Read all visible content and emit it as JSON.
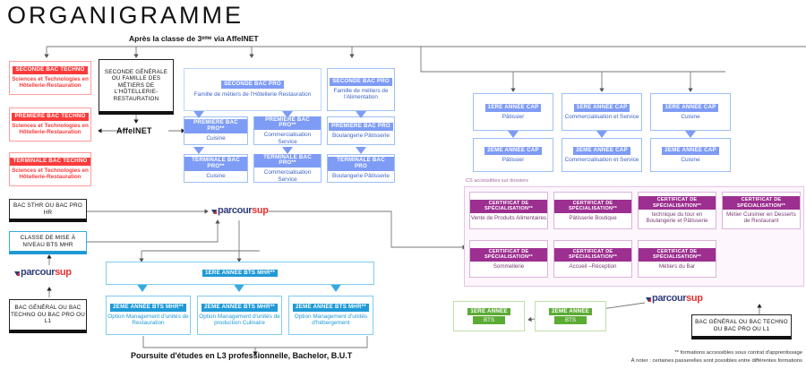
{
  "page": {
    "title": "ORGANIGRAMME",
    "header_label": "Après la classe de 3ᵉᵐᵉ via AffelNET",
    "affelnet_label": "AffelNET",
    "cs_note": "CS accessibles sur dossiers",
    "bottom_note": "Poursuite d'études en L3 professionnelle, Bachelor, B.U.T",
    "footnote_line1": "** formations accessibles sous contrat d'apprentissage",
    "footnote_line2": "À noter : certaines passerelles sont possibles entre différentes formations",
    "parcoursup_part1": "parcour",
    "parcoursup_part2": "sup"
  },
  "colors": {
    "red": "#fb3b3b",
    "red_border": "#ff9b9b",
    "blue": "#7e9cf5",
    "blue_text": "#3b63c8",
    "blue_border": "#9cc0f7",
    "cyan": "#1f9ad6",
    "purple": "#9c2f8f",
    "purple_border": "#d9b4d9",
    "green": "#5bab34",
    "green_border": "#bfe0a8",
    "black": "#111111",
    "parcoursup_navy": "#2f3d7c",
    "parcoursup_red": "#e8312f"
  },
  "techno_track": [
    {
      "title": "SECONDE BAC TECHNO",
      "sub": "Sciences et Technologies en Hôtellerie-Restauration"
    },
    {
      "title": "PREMIÈRE BAC TECHNO",
      "sub": "Sciences et Technologies en Hôtellerie-Restauration"
    },
    {
      "title": "TERMINALE BAC TECHNO",
      "sub": "Sciences et Technologies en Hôtellerie-Restauration"
    }
  ],
  "seconde_generale": {
    "text": "SECONDE GÉNÉRALE OU FAMILLE DES MÉTIERS DE L'HÔTELLERIE-RESTAURATION"
  },
  "pro_hotellerie": {
    "seconde": {
      "title": "SECONDE BAC PRO",
      "sub": "Famille de métiers de l'Hôtellerie Restauration"
    },
    "columns": [
      {
        "premiere": {
          "title": "PREMIÈRE BAC PRO**",
          "sub": "Cuisine"
        },
        "terminale": {
          "title": "TERMINALE BAC PRO**",
          "sub": "Cuisine"
        }
      },
      {
        "premiere": {
          "title": "PREMIÈRE BAC PRO**",
          "sub": "Commercialisation Service"
        },
        "terminale": {
          "title": "TERMINALE BAC PRO**",
          "sub": "Commercialisation Service"
        }
      }
    ]
  },
  "pro_alimentation": {
    "seconde": {
      "title": "SECONDE BAC PRO",
      "sub": "Famille de métiers de l'Alimentation"
    },
    "premiere": {
      "title": "PREMIÈRE BAC PRO",
      "sub": "Boulangerie Pâtisserie"
    },
    "terminale": {
      "title": "TERMINALE BAC PRO",
      "sub": "Boulangerie Pâtisserie"
    }
  },
  "cap": [
    {
      "annee1": {
        "title": "1ERE ANNÉE CAP",
        "sub": "Pâtissier"
      },
      "annee2": {
        "title": "2EME ANNÉE CAP",
        "sub": "Pâtissier"
      }
    },
    {
      "annee1": {
        "title": "1ERE ANNÉE CAP",
        "sub": "Commercialisation et Service"
      },
      "annee2": {
        "title": "2EME ANNÉE CAP",
        "sub": "Commercialisation et Service"
      }
    },
    {
      "annee1": {
        "title": "1ERE ANNÉE CAP",
        "sub": "Cuisine"
      },
      "annee2": {
        "title": "2EME ANNÉE CAP",
        "sub": "Cuisine"
      }
    }
  ],
  "certificats": [
    {
      "title": "CERTIFICAT DE SPÉCIALISATION**",
      "sub": "Vente de Produits Alimentaires"
    },
    {
      "title": "CERTIFICAT DE SPÉCIALISATION**",
      "sub": "Pâtisserie Boutique"
    },
    {
      "title": "CERTIFICAT DE SPÉCIALISATION**",
      "sub": "technique du tour en Boulangerie et Pâtisserie"
    },
    {
      "title": "CERTIFICAT DE SPÉCIALISATION**",
      "sub": "Métier Cuisinier en Desserts de Restaurant"
    },
    {
      "title": "CERTIFICAT DE SPÉCIALISATION**",
      "sub": "Sommellerie"
    },
    {
      "title": "CERTIFICAT DE SPÉCIALISATION**",
      "sub": "Accueil –Réception"
    },
    {
      "title": "CERTIFICAT DE SPÉCIALISATION**",
      "sub": "Métiers du Bar"
    }
  ],
  "bac_sthr": {
    "text": "BAC STHR OU BAC PRO HR"
  },
  "mise_a_niveau": {
    "text": "CLASSE DE MISE À NIVEAU BTS MHR"
  },
  "bac_general_left": {
    "text": "BAC GÉNÉRAL OU BAC TECHNO OU BAC PRO OU L1"
  },
  "bac_general_right": {
    "text": "BAC GÉNÉRAL OU BAC TECHNO OU BAC PRO OU L1"
  },
  "bts_mhr": {
    "annee1": {
      "title": "1ERE ANNÉE BTS MHR**"
    },
    "options": [
      {
        "title": "2EME ANNÉE BTS MHR**",
        "sub": "Option Management d'unités de Restauration"
      },
      {
        "title": "2EME ANNÉE BTS MHR**",
        "sub": "Option Management d'unités de production Culinaire"
      },
      {
        "title": "2EME ANNÉE BTS MHR**",
        "sub": "Option Management d'unités d'hébergement"
      }
    ]
  },
  "bts_green": [
    {
      "line1": "1ERE ANNÉE",
      "line2": "BTS"
    },
    {
      "line1": "2EME ANNÉE",
      "line2": "BTS"
    }
  ]
}
